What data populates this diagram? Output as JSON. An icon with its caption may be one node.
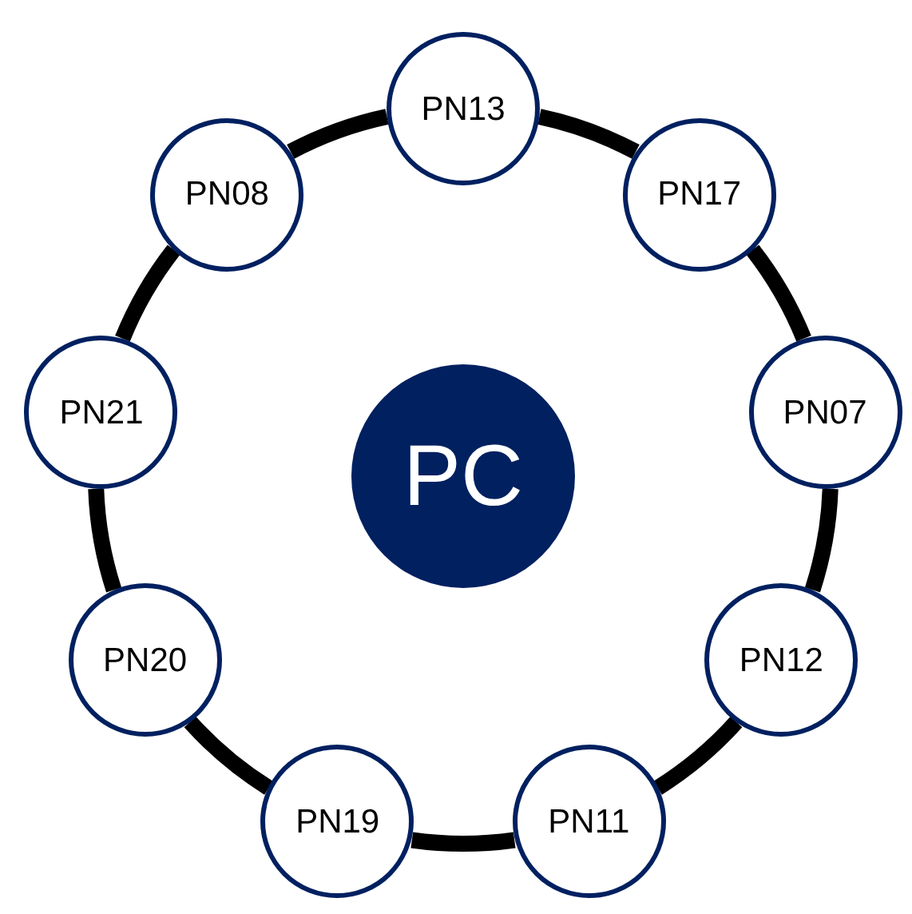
{
  "diagram": {
    "nodes": [
      {
        "text": [
          "PN13"
        ]
      },
      {
        "text": [
          "PN17"
        ]
      },
      {
        "text": [
          "PN07"
        ]
      },
      {
        "text": [
          "PN12"
        ]
      },
      {
        "text": [
          "PN11"
        ]
      },
      {
        "text": [
          "PN19"
        ]
      },
      {
        "text": [
          "PN20"
        ]
      },
      {
        "text": [
          "PN21"
        ]
      },
      {
        "text": [
          "PN08"
        ]
      },
      {
        "text": [
          "PC"
        ]
      }
    ],
    "edges": [
      {
        "from": 0,
        "to": 1,
        "arrow": "none"
      },
      {
        "from": 1,
        "to": 2,
        "arrow": "none"
      },
      {
        "from": 2,
        "to": 3,
        "arrow": "none"
      },
      {
        "from": 3,
        "to": 4,
        "arrow": "none"
      },
      {
        "from": 4,
        "to": 5,
        "arrow": "none"
      },
      {
        "from": 5,
        "to": 6,
        "arrow": "none"
      },
      {
        "from": 6,
        "to": 7,
        "arrow": "none"
      },
      {
        "from": 7,
        "to": 8,
        "arrow": "none"
      },
      {
        "from": 8,
        "to": 0,
        "arrow": "none"
      }
    ]
  }
}
